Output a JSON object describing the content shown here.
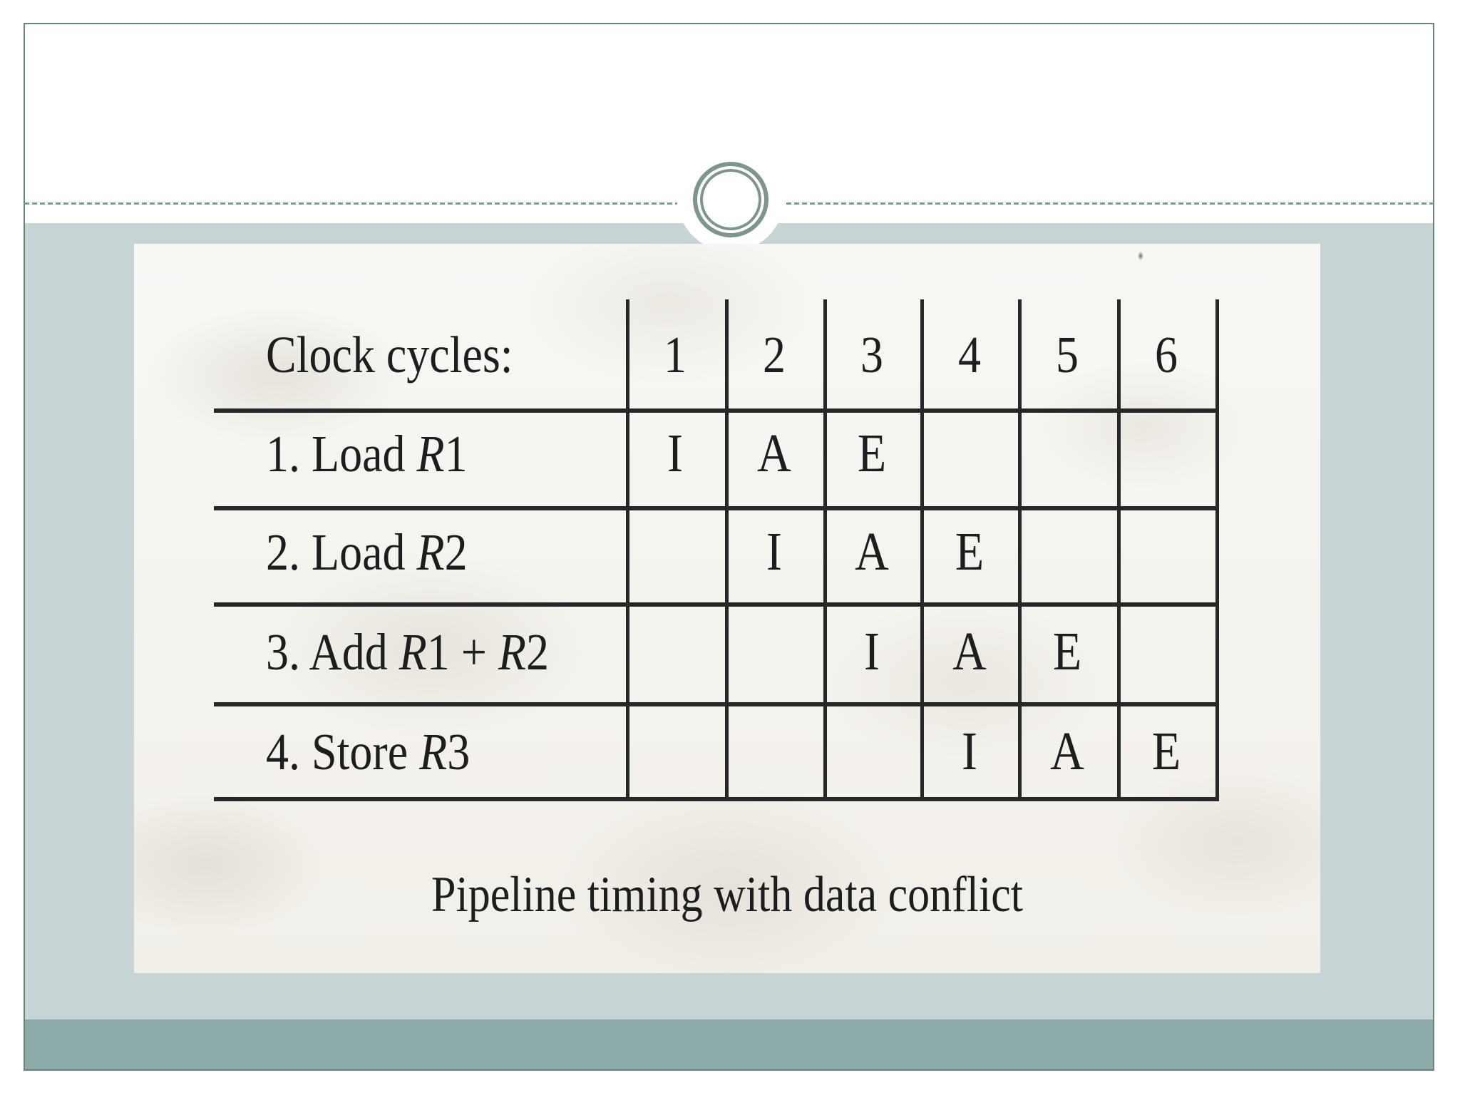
{
  "slide": {
    "theme": {
      "accent_border": "#66837e",
      "ornament_ring": "#7c968f",
      "dashed_line": "#7e9b95",
      "content_band": "#c6d4d6",
      "footer_bar": "#8baaa8",
      "scan_background": "#f6f4f0",
      "ink": "#272727"
    }
  },
  "figure": {
    "header_label": "Clock cycles:",
    "cycle_columns": [
      "1",
      "2",
      "3",
      "4",
      "5",
      "6"
    ],
    "rows": [
      {
        "label": "1. Load R1",
        "cells": [
          "I",
          "A",
          "E",
          "",
          "",
          ""
        ]
      },
      {
        "label": "2. Load R2",
        "cells": [
          "",
          "I",
          "A",
          "E",
          "",
          ""
        ]
      },
      {
        "label": "3. Add R1 + R2",
        "cells": [
          "",
          "",
          "I",
          "A",
          "E",
          ""
        ]
      },
      {
        "label": "4. Store R3",
        "cells": [
          "",
          "",
          "",
          "I",
          "A",
          "E"
        ]
      }
    ],
    "caption": "Pipeline timing with data conflict"
  }
}
